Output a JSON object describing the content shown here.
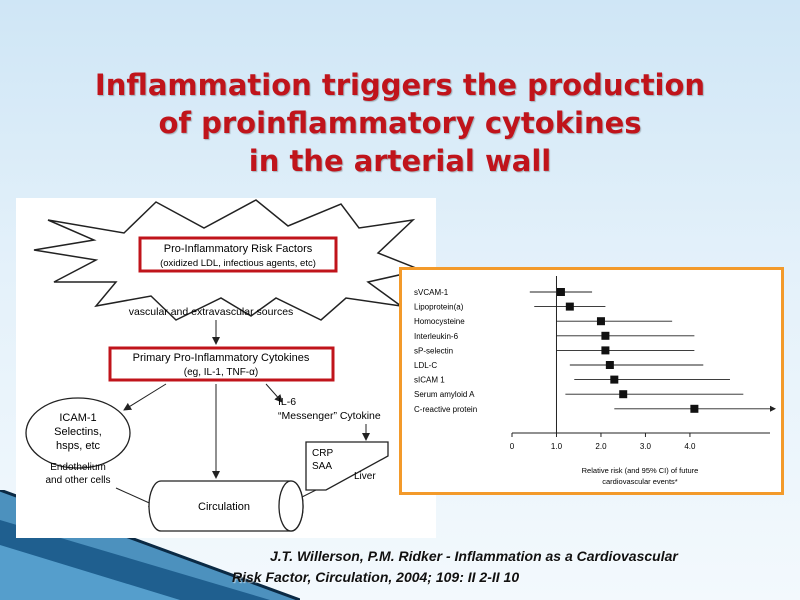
{
  "slide": {
    "title_lines": [
      "Inflammation triggers the production",
      "of proinflammatory cytokines",
      "in the arterial wall"
    ],
    "citation_line1": "J.T. Willerson, P.M. Ridker - Inflammation as a Cardiovascular",
    "citation_line2": "Risk Factor, Circulation, 2004; 109: II 2-II 10"
  },
  "diagram": {
    "risk_factors_title": "Pro-Inflammatory Risk Factors",
    "risk_factors_sub": "(oxidized LDL, infectious agents, etc)",
    "sources": "vascular and extravascular sources",
    "cytokines_title": "Primary Pro-Inflammatory Cytokines",
    "cytokines_sub": "(eg, IL-1, TNF-α)",
    "icam_lines": [
      "ICAM-1",
      "Selectins,",
      "hsps, etc"
    ],
    "il6": "IL-6",
    "messenger": "“Messenger” Cytokine",
    "crp": "CRP",
    "saa": "SAA",
    "liver": "Liver",
    "endothelium_lines": [
      "Endothelium",
      "and other cells"
    ],
    "circulation": "Circulation",
    "highlight_color": "#c0141b"
  },
  "chart_data": {
    "type": "forest",
    "categories": [
      "sVCAM-1",
      "Lipoprotein(a)",
      "Homocysteine",
      "Interleukin-6",
      "sP-selectin",
      "LDL-C",
      "sICAM 1",
      "Serum amyloid A",
      "C-reactive protein"
    ],
    "estimates": [
      1.1,
      1.3,
      2.0,
      2.1,
      2.1,
      2.2,
      2.3,
      2.5,
      4.1
    ],
    "ci_low": [
      0.4,
      0.5,
      1.0,
      1.0,
      1.0,
      1.3,
      1.4,
      1.2,
      2.3
    ],
    "ci_high": [
      1.8,
      2.1,
      3.6,
      4.1,
      4.1,
      4.3,
      4.9,
      5.2,
      5.8
    ],
    "ci_high_arrow": [
      false,
      false,
      false,
      false,
      false,
      false,
      false,
      false,
      true
    ],
    "xticks": [
      "0",
      "1.0",
      "2.0",
      "3.0",
      "4.0"
    ],
    "xlim": [
      0,
      5.8
    ],
    "reference_line": 1.0,
    "xlabel_lines": [
      "Relative risk (and 95% CI) of future",
      "cardiovascular events*"
    ],
    "frame_color": "#f39a2a"
  }
}
